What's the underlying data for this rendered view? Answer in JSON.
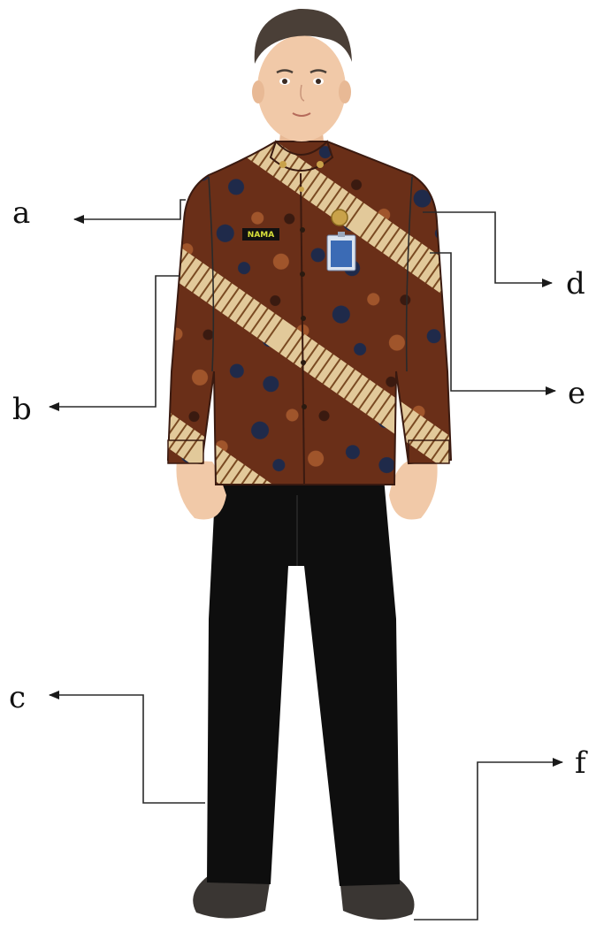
{
  "labels": {
    "a": "a",
    "b": "b",
    "c": "c",
    "d": "d",
    "e": "e",
    "f": "f"
  },
  "nametag": {
    "text": "NAMA"
  },
  "colors": {
    "batik_dark": "#5a2a16",
    "batik_mid": "#8a4a26",
    "batik_navy": "#1f2a4a",
    "batik_cream": "#e2c99a",
    "trousers": "#0e0e0e",
    "shoes": "#3a3633",
    "skin": "#f1c9a8",
    "hair": "#4a3f37",
    "id_card": "#3b6bb5",
    "leader_line": "#2a2a2a"
  }
}
